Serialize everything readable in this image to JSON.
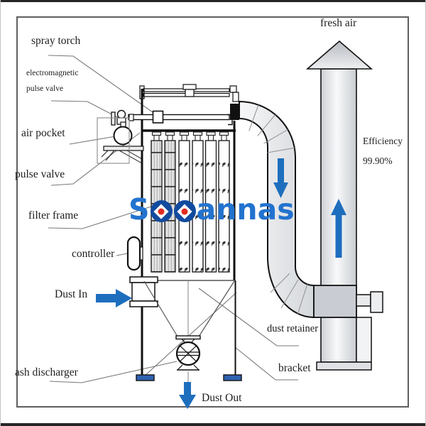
{
  "diagram_title": "pulse-jet bag filter dust collector diagram",
  "labels": {
    "spray_torch": "spray torch",
    "electromagnetic_line1": "electromagnetic",
    "electromagnetic_line2": "pulse valve",
    "air_pocket": "air pocket",
    "pulse_valve": "pulse valve",
    "filter_frame": "filter frame",
    "controller": "controller",
    "dust_in": "Dust In",
    "ash_discharger": "ash discharger",
    "dust_retainer": "dust retainer",
    "bracket": "bracket",
    "dust_out": "Dust Out",
    "fresh_air": "fresh air",
    "efficiency_line1": "Efficiency",
    "efficiency_line2": "99.90%"
  },
  "watermark": {
    "part1": "S",
    "part2": "annas",
    "full_text": "Sooannas",
    "text_color": "#2273cf",
    "o_fill_color": "#124a9e",
    "o_dot_color": "#e02b20"
  },
  "colors": {
    "arrow_blue": "#1e6ebe",
    "foot_blue": "#2f63b0",
    "outline_black": "#111111",
    "leader_gray": "#787878",
    "duct_gray_light": "#f3f4f6",
    "duct_gray_dark": "#cfd3d8",
    "connector_gray": "#c9ccd2",
    "frame_border": "#5f5f5f"
  },
  "icons": {
    "dust_in_arrow": "right-arrow",
    "dust_out_arrow": "down-arrow",
    "duct_flow_arrow": "down-arrow",
    "chimney_flow_arrow": "up-arrow",
    "logo_o": "compass-target-circle"
  }
}
